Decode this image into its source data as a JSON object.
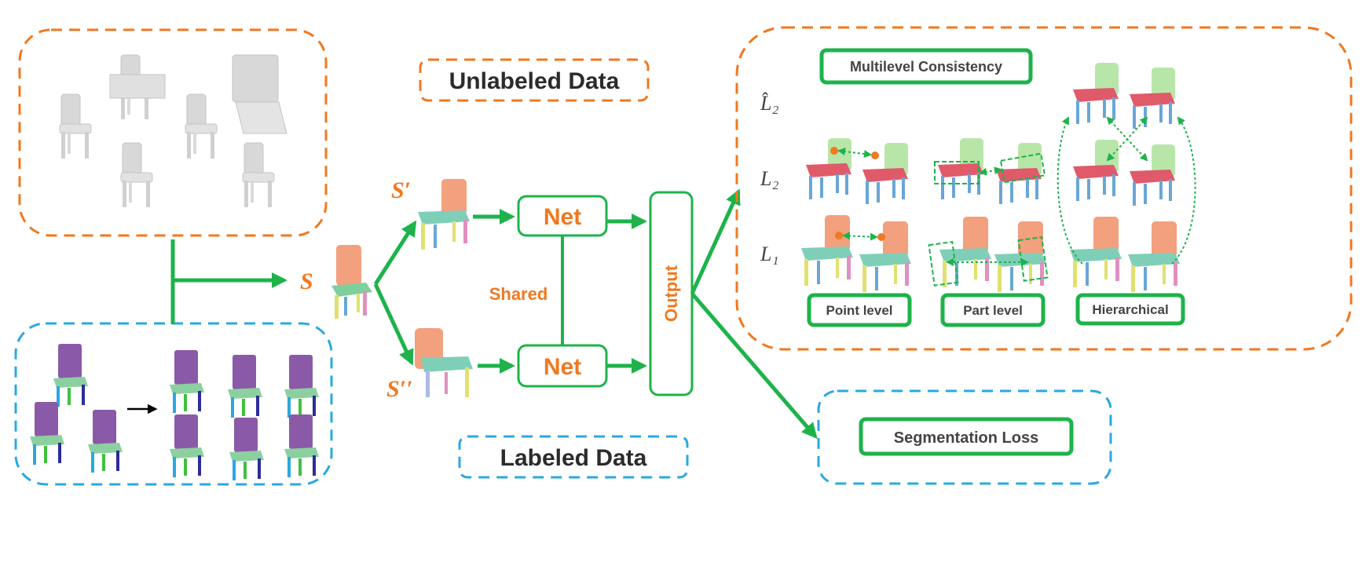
{
  "labels": {
    "unlabeled_data": "Unlabeled Data",
    "labeled_data": "Labeled Data",
    "s": "S",
    "s_prime": "S′",
    "s_double_prime": "S′′",
    "net_top": "Net",
    "net_bottom": "Net",
    "shared": "Shared",
    "output": "Output",
    "multilevel_consistency": "Multilevel Consistency",
    "point_level": "Point level",
    "part_level": "Part level",
    "hierarchical": "Hierarchical",
    "segmentation_loss": "Segmentation Loss",
    "l2_hat": "L̂₂",
    "l2": "L₂",
    "l1": "L₁"
  },
  "colors": {
    "orange": "#f07820",
    "blue": "#2aa8e0",
    "green": "#1db34a",
    "dark_text": "#2b2b2b",
    "gray_text": "#444444",
    "chair_gray": "#d8d8d8",
    "seat_green": "#7fcf9c",
    "back_salmon": "#f2a07e",
    "back_lightgreen": "#b8e6a8",
    "seat_red": "#e05a6a",
    "leg_blue": "#6aa6d6",
    "leg_yellow": "#e0e070",
    "leg_pink": "#e090c0",
    "purple": "#8a5aa8"
  }
}
